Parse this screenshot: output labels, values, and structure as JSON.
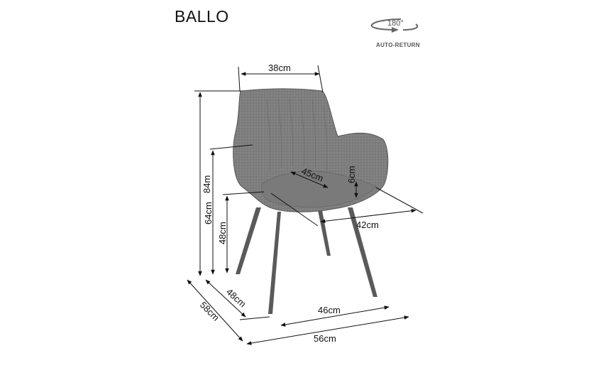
{
  "product": {
    "name": "BALLO"
  },
  "rotation_badge": {
    "degrees": "180°",
    "label": "AUTO-RETURN",
    "icon": "rotate-arrow-icon"
  },
  "dimensions": {
    "seat_back_width": "38cm",
    "total_height": "84m",
    "armrest_height": "64cm",
    "seat_height": "48cm",
    "seat_depth_diagonal": "45cm",
    "cushion_thickness": "6cm",
    "seat_width": "42cm",
    "base_depth": "48cm",
    "total_depth": "58cm",
    "base_width": "46cm",
    "total_width": "56cm"
  },
  "colors": {
    "upholstery": "#7c7c7c",
    "legs": "#5a5a5a",
    "line": "#111111"
  }
}
